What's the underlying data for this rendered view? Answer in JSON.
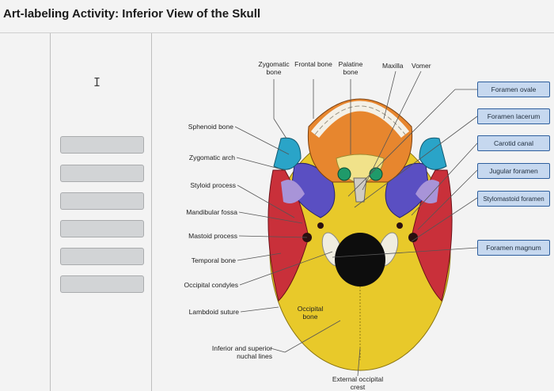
{
  "header": {
    "title": "Art-labeling Activity: Inferior View of the Skull"
  },
  "left_labels": [
    "Sphenoid bone",
    "Zygomatic arch",
    "Styloid process",
    "Mandibular fossa",
    "Mastoid process",
    "Temporal bone",
    "Occipital condyles",
    "Lambdoid suture"
  ],
  "top_labels": [
    "Zygomatic bone",
    "Frontal bone",
    "Palatine bone",
    "Maxilla",
    "Vomer"
  ],
  "bottom_labels": {
    "occipital": "Occipital bone",
    "nuchal": "Inferior and superior nuchal lines",
    "crest": "External occipital crest"
  },
  "tiles": [
    "Foramen ovale",
    "Foramen lacerum",
    "Carotid canal",
    "Jugular foramen",
    "Stylomastoid foramen",
    "Foramen magnum"
  ],
  "colors": {
    "tile_bg": "#c6d8ef",
    "tile_border": "#2e5f9e",
    "slot_bg": "#d2d4d6"
  }
}
